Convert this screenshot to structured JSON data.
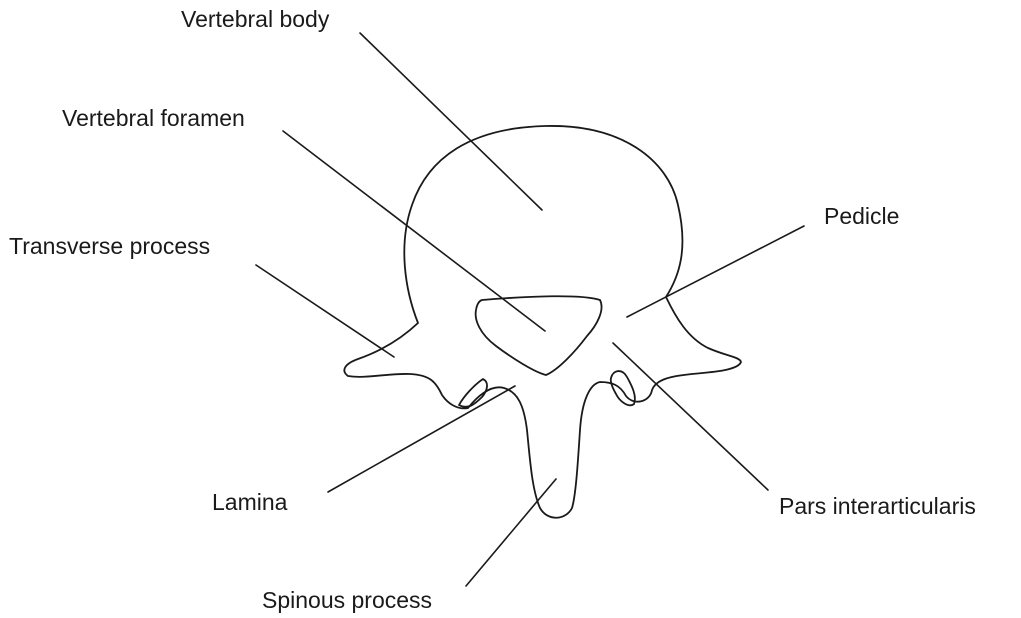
{
  "labels": {
    "vertebral_body": "Vertebral body",
    "vertebral_foramen": "Vertebral foramen",
    "transverse_process": "Transverse process",
    "pedicle": "Pedicle",
    "lamina": "Lamina",
    "pars_interarticularis": "Pars interarticularis",
    "spinous_process": "Spinous process"
  },
  "colors": {
    "line": "#1a1a1a",
    "background": "#ffffff"
  }
}
